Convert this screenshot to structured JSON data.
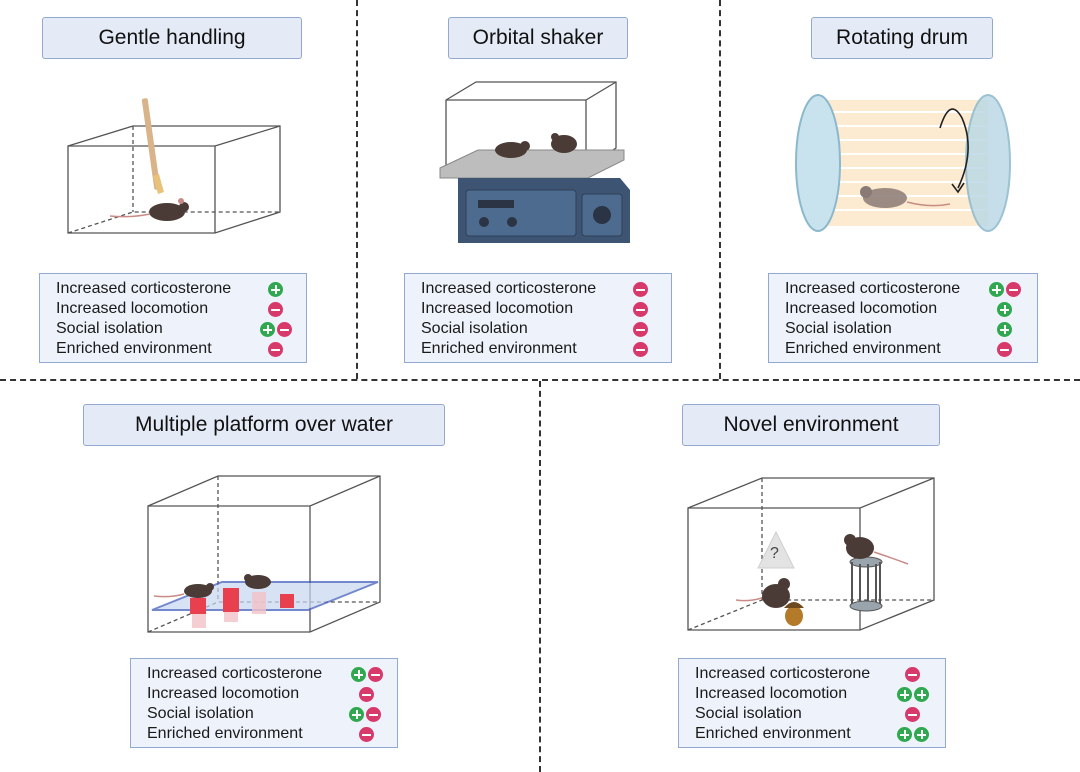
{
  "panels": [
    {
      "title": "Gentle handling",
      "rows": [
        {
          "label": "Increased corticosterone",
          "signs": [
            "plus"
          ]
        },
        {
          "label": "Increased locomotion",
          "signs": [
            "minus"
          ]
        },
        {
          "label": "Social isolation",
          "signs": [
            "plus",
            "minus"
          ]
        },
        {
          "label": "Enriched environment",
          "signs": [
            "minus"
          ]
        }
      ]
    },
    {
      "title": "Orbital shaker",
      "rows": [
        {
          "label": "Increased corticosterone",
          "signs": [
            "minus"
          ]
        },
        {
          "label": "Increased locomotion",
          "signs": [
            "minus"
          ]
        },
        {
          "label": "Social isolation",
          "signs": [
            "minus"
          ]
        },
        {
          "label": "Enriched environment",
          "signs": [
            "minus"
          ]
        }
      ]
    },
    {
      "title": "Rotating drum",
      "rows": [
        {
          "label": "Increased corticosterone",
          "signs": [
            "plus",
            "minus"
          ]
        },
        {
          "label": "Increased locomotion",
          "signs": [
            "plus"
          ]
        },
        {
          "label": "Social isolation",
          "signs": [
            "plus"
          ]
        },
        {
          "label": "Enriched environment",
          "signs": [
            "minus"
          ]
        }
      ]
    },
    {
      "title": "Multiple platform over water",
      "rows": [
        {
          "label": "Increased corticosterone",
          "signs": [
            "plus",
            "minus"
          ]
        },
        {
          "label": "Increased locomotion",
          "signs": [
            "minus"
          ]
        },
        {
          "label": "Social isolation",
          "signs": [
            "plus",
            "minus"
          ]
        },
        {
          "label": "Enriched environment",
          "signs": [
            "minus"
          ]
        }
      ]
    },
    {
      "title": "Novel environment",
      "rows": [
        {
          "label": "Increased corticosterone",
          "signs": [
            "minus"
          ]
        },
        {
          "label": "Increased locomotion",
          "signs": [
            "plus",
            "plus"
          ]
        },
        {
          "label": "Social isolation",
          "signs": [
            "minus"
          ]
        },
        {
          "label": "Enriched environment",
          "signs": [
            "plus",
            "plus"
          ]
        }
      ]
    }
  ],
  "novel_environment_question_mark": "?",
  "colors": {
    "plus": "#2fa84f",
    "minus": "#d8396b",
    "box_fill": "#e4ebf7",
    "box_border": "#93a9cf"
  }
}
